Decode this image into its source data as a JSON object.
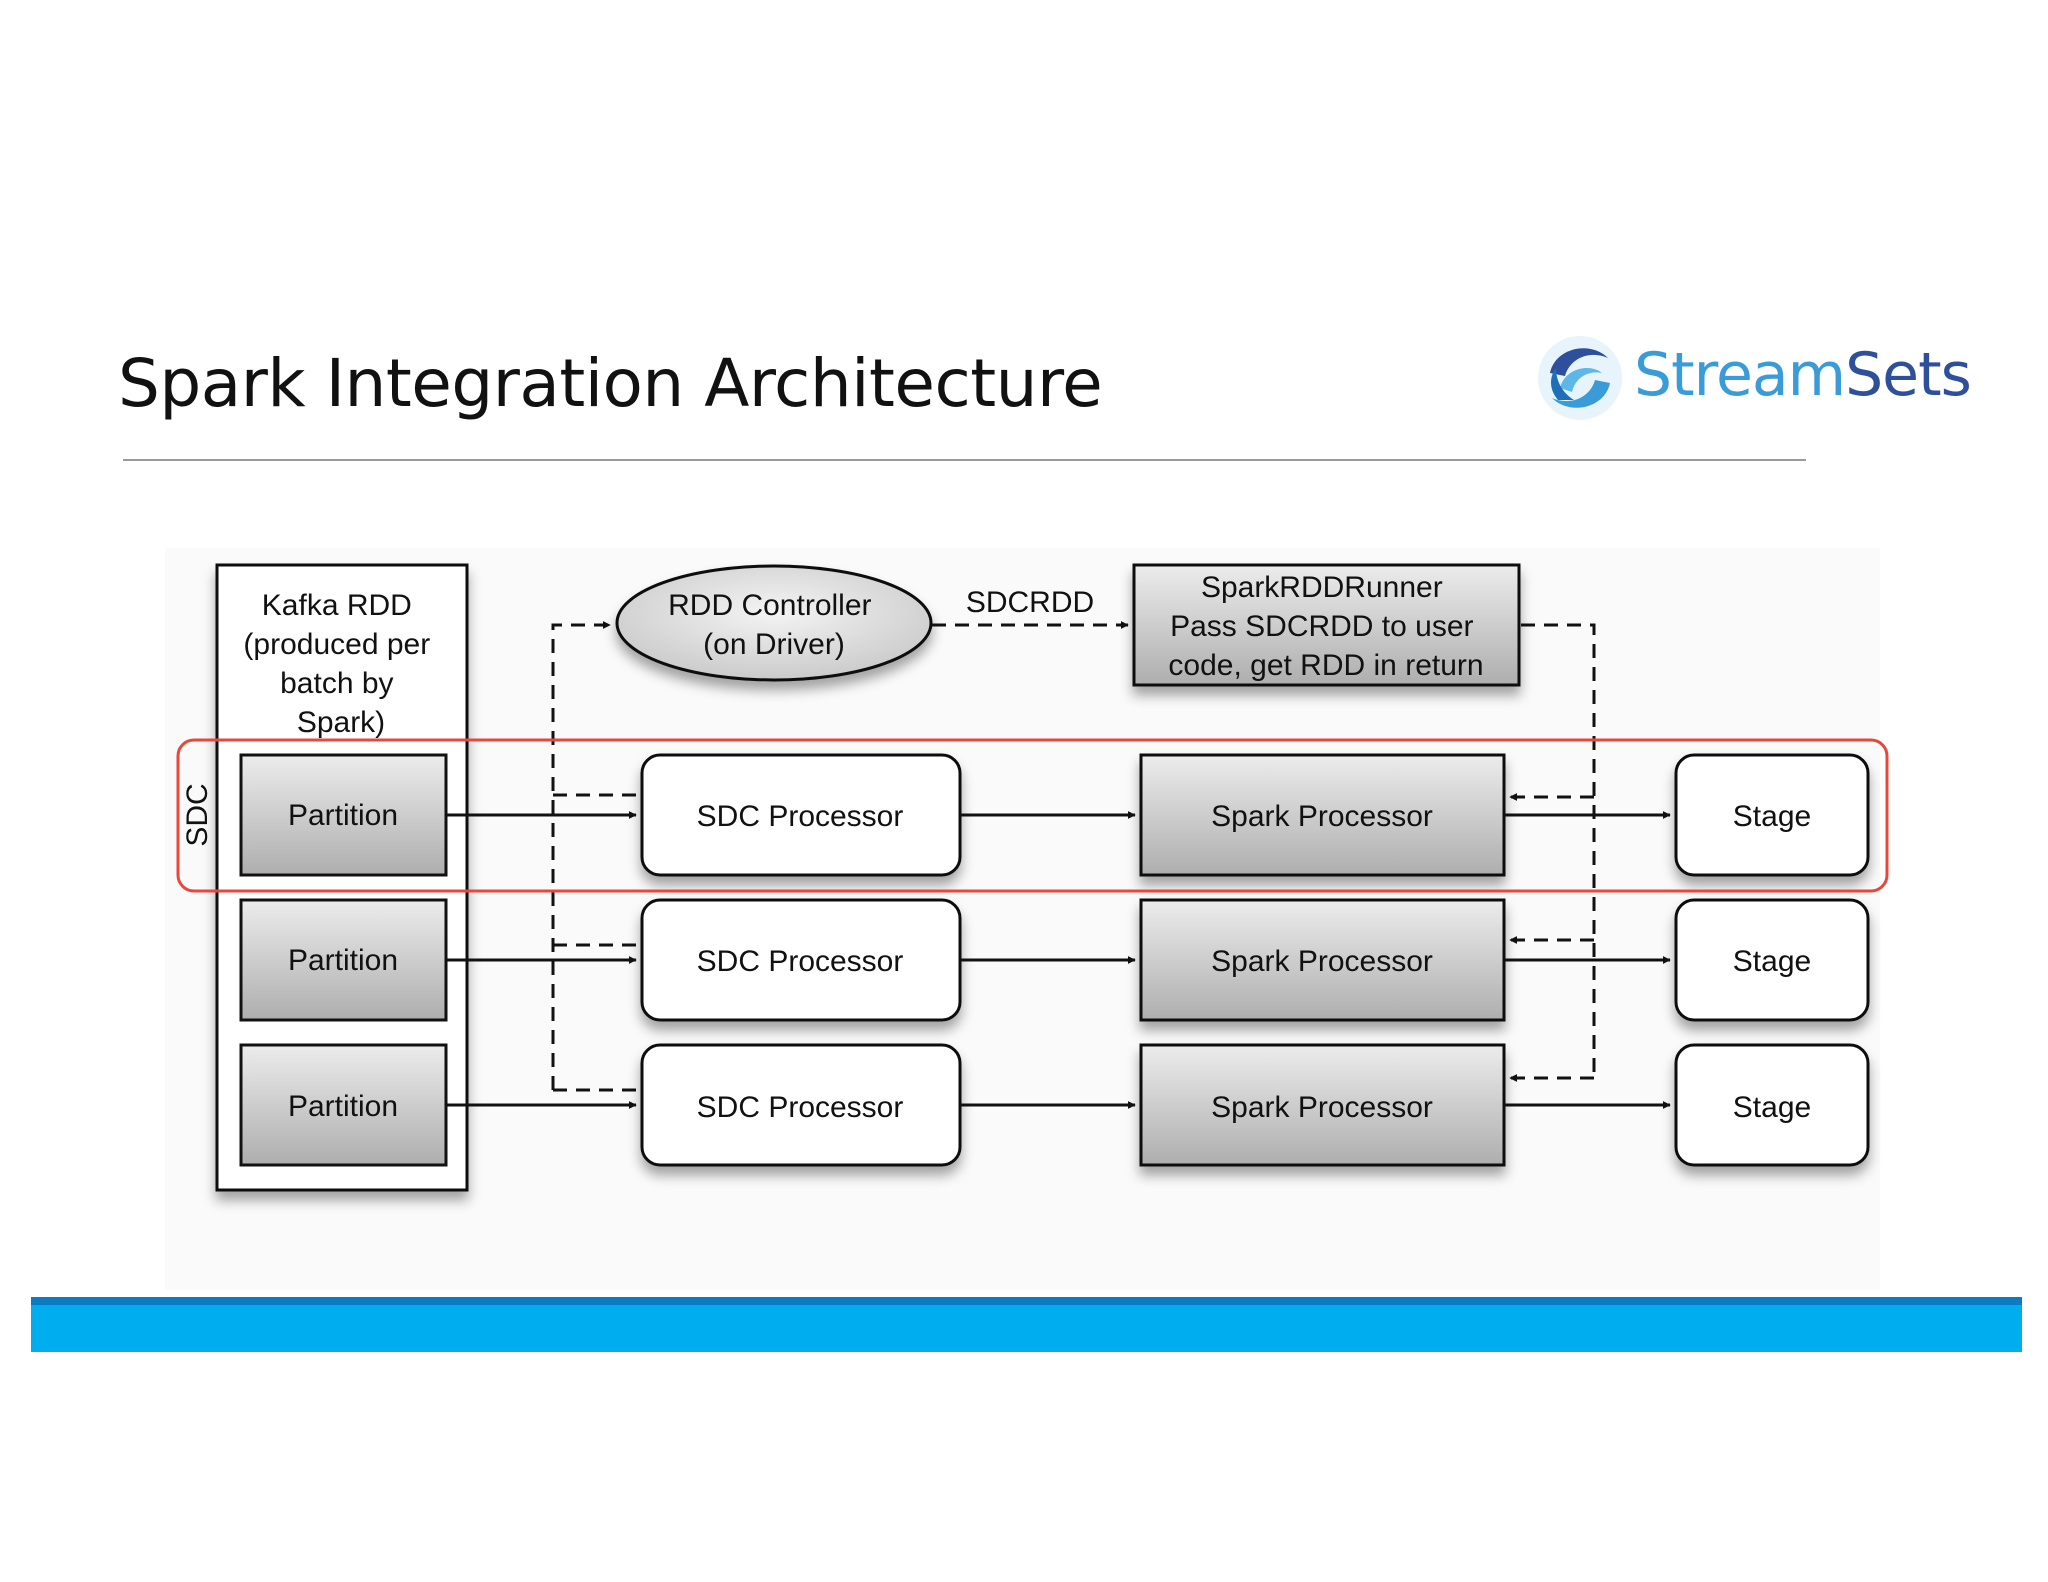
{
  "slide": {
    "title": "Spark Integration Architecture",
    "logo": {
      "word1": "Stream",
      "word2": "Sets",
      "icon": "streamsets-swirl-icon"
    }
  },
  "diagram": {
    "kafka_box": {
      "lines": [
        "Kafka RDD",
        "(produced per",
        "batch by",
        "Spark)"
      ]
    },
    "sdc_group_label": "SDC",
    "controller": {
      "lines": [
        "RDD Controller",
        "(on Driver)"
      ]
    },
    "runner": {
      "lines": [
        "SparkRDDRunner",
        "Pass SDCRDD to user",
        "code, get RDD in return"
      ]
    },
    "edge_label": "SDCRDD",
    "rows": [
      {
        "partition": "Partition",
        "sdc": "SDC Processor",
        "spark": "Spark Processor",
        "stage": "Stage"
      },
      {
        "partition": "Partition",
        "sdc": "SDC Processor",
        "spark": "Spark Processor",
        "stage": "Stage"
      },
      {
        "partition": "Partition",
        "sdc": "SDC Processor",
        "spark": "Spark Processor",
        "stage": "Stage"
      }
    ],
    "colors": {
      "highlight": "#e8483c",
      "bottom_bar": "#00aeef",
      "logo_blue": "#3a9bd9",
      "logo_navy": "#2d4f9c"
    }
  }
}
